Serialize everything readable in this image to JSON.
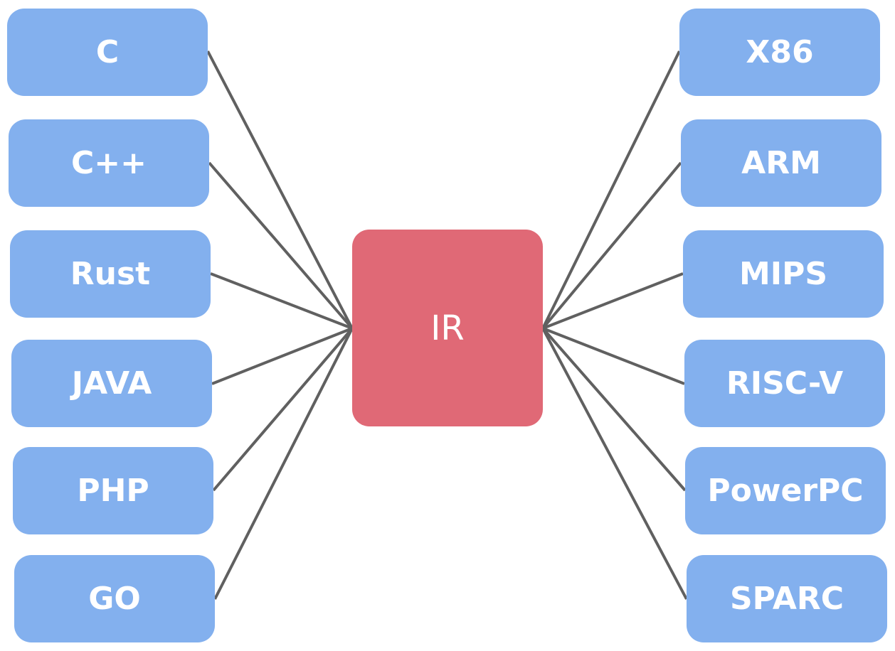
{
  "center": {
    "label": "IR"
  },
  "sources": [
    {
      "label": "C"
    },
    {
      "label": "C++"
    },
    {
      "label": "Rust"
    },
    {
      "label": "JAVA"
    },
    {
      "label": "PHP"
    },
    {
      "label": "GO"
    }
  ],
  "targets": [
    {
      "label": "X86"
    },
    {
      "label": "ARM"
    },
    {
      "label": "MIPS"
    },
    {
      "label": "RISC-V"
    },
    {
      "label": "PowerPC"
    },
    {
      "label": "SPARC"
    }
  ],
  "colors": {
    "source_target_fill": "#83b0ee",
    "ir_fill": "#e06976",
    "connector": "#606060"
  }
}
